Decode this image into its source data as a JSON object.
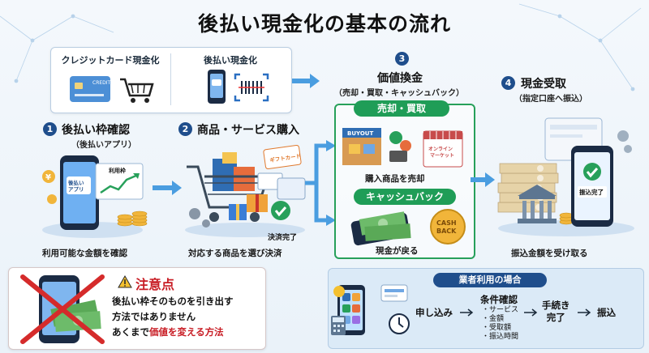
{
  "title": "後払い現金化の基本の流れ",
  "top_methods": [
    "クレジットカード現金化",
    "後払い現金化"
  ],
  "card_text": "CREDIT",
  "steps": [
    {
      "num": "1",
      "heading": "後払い枠確認",
      "sub": "（後払いアプリ）",
      "caption": "利用可能な金額を確認",
      "phone_label": "後払いアプリ",
      "screen_label": "利用枠"
    },
    {
      "num": "2",
      "heading": "商品・サービス購入",
      "caption": "対応する商品を選び決済",
      "badge": "決済完了",
      "tag": "ギフトカード"
    },
    {
      "num": "3",
      "heading": "価値換金",
      "sub": "（売却・買取・キャッシュバック）"
    },
    {
      "num": "4",
      "heading": "現金受取",
      "sub": "（指定口座へ振込）",
      "caption": "振込金額を受け取る",
      "phone_label": "振込完了"
    }
  ],
  "exchange": {
    "sell": {
      "label": "売却・買取",
      "caption": "購入商品を売却",
      "buyout": "BUYOUT",
      "shop": "オンライン\nマーケット"
    },
    "cashback": {
      "label": "キャッシュバック",
      "caption": "現金が戻る",
      "coin": "CASH\nBACK"
    }
  },
  "warning": {
    "title": "注意点",
    "lines": [
      "後払い枠そのものを引き出す",
      "方法ではありません"
    ],
    "last_prefix": "あくまで",
    "last_highlight": "価値を変える方法"
  },
  "business": {
    "title": "業者利用の場合",
    "flow": [
      "申し込み",
      "条件確認",
      "手続き\n完了",
      "振込"
    ],
    "conditions": [
      "・サービス",
      "・金額",
      "・受取額",
      "・振込時間"
    ]
  },
  "colors": {
    "navy": "#1f4e8c",
    "green": "#1f9d57",
    "red": "#c81d25",
    "arrow": "#4a9de0"
  }
}
